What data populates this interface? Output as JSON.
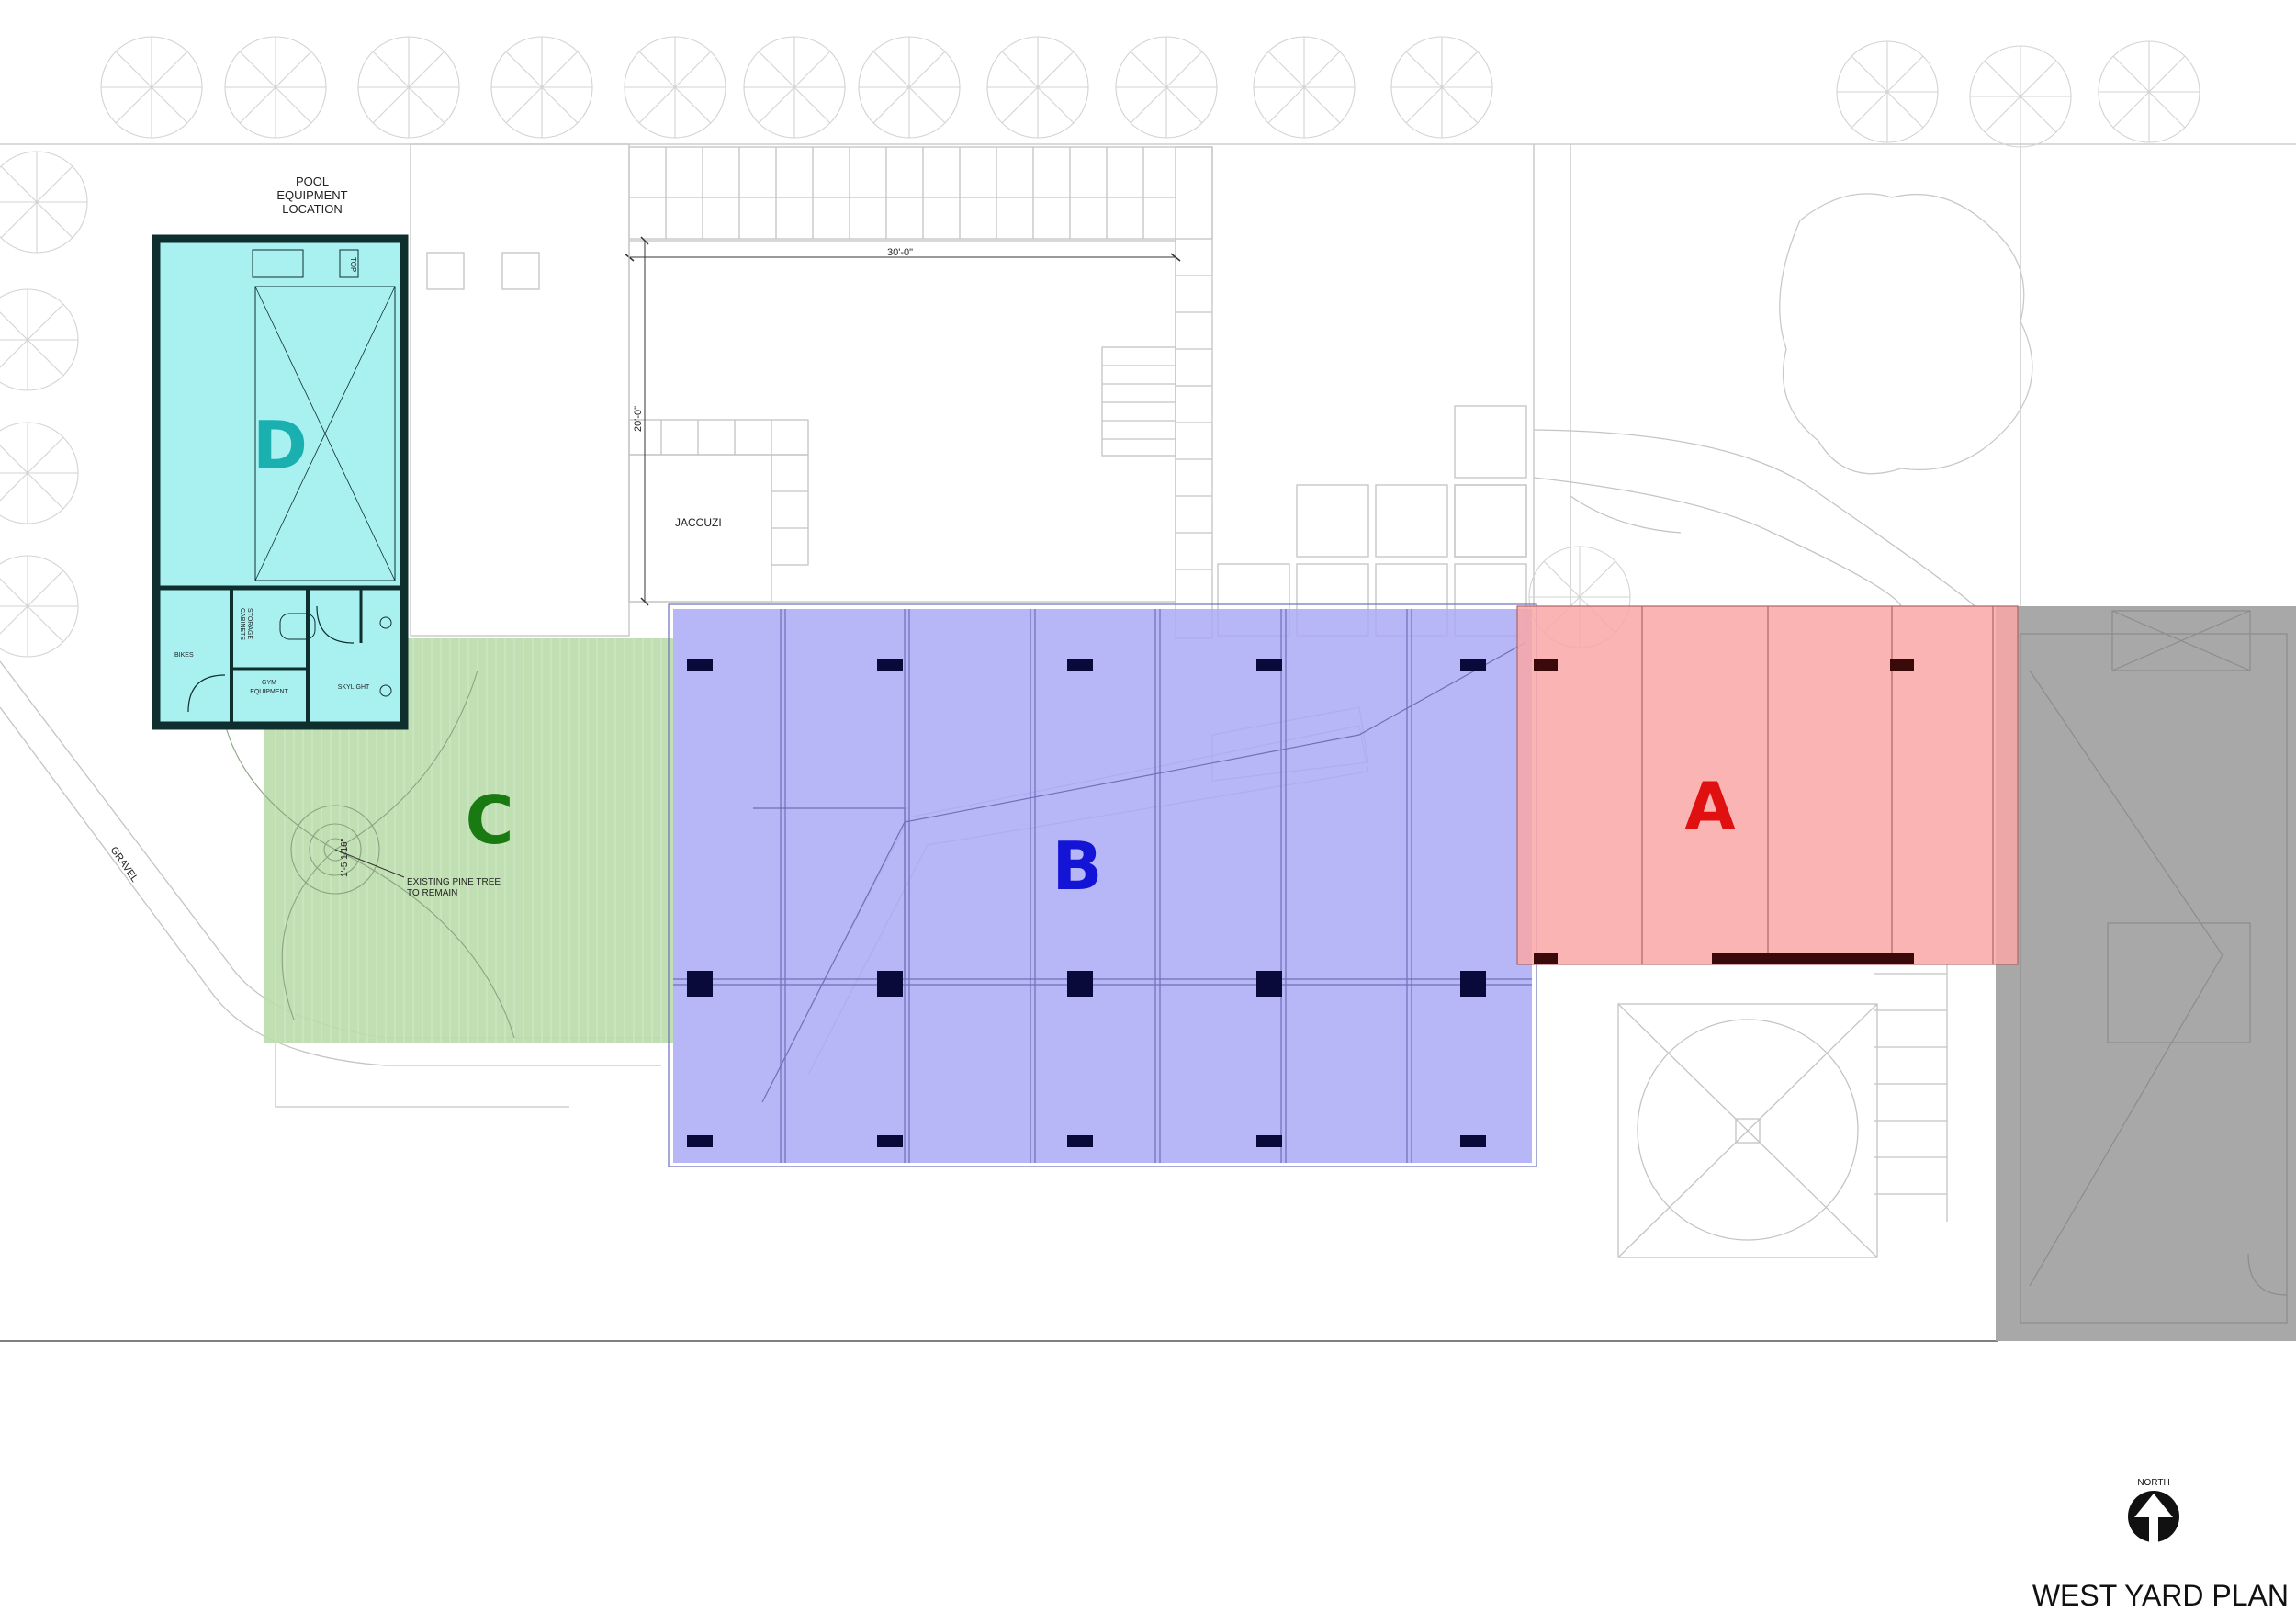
{
  "plan": {
    "title": "WEST YARD PLAN",
    "north_label": "NORTH"
  },
  "zones": {
    "a": {
      "label": "A",
      "fill": "#f9a7a7",
      "text_color": "#e01010"
    },
    "b": {
      "label": "B",
      "fill": "#aaa9f5",
      "text_color": "#1414d6"
    },
    "c": {
      "label": "C",
      "fill": "#b9dcaa",
      "text_color": "#1a7a12"
    },
    "d": {
      "label": "D",
      "fill": "#a9f1f1",
      "text_color": "#1ab0b0"
    }
  },
  "annotations": {
    "pool_equipment_line1": "POOL",
    "pool_equipment_line2": "EQUIPMENT",
    "pool_equipment_line3": "LOCATION",
    "jacuzzi": "JACCUZI",
    "pool_width_dim": "30'-0\"",
    "pool_length_dim": "20'-0\"",
    "pine_tree_line1": "EXISTING PINE TREE",
    "pine_tree_line2": "TO REMAIN",
    "pine_dim": "1'-5 1/16\"",
    "gravel": "GRAVEL",
    "bikes": "BIKES",
    "storage_line1": "STORAGE",
    "storage_line2": "CABINETS",
    "gym_line1": "GYM",
    "gym_line2": "EQUIPMENT",
    "skylight": "SKYLIGHT",
    "top": "TOP"
  },
  "colors": {
    "line": "#bdbdbd",
    "wall": "#0f2e2e",
    "column": "#0a0a3a",
    "shaded_building": "#a8a8a8"
  }
}
